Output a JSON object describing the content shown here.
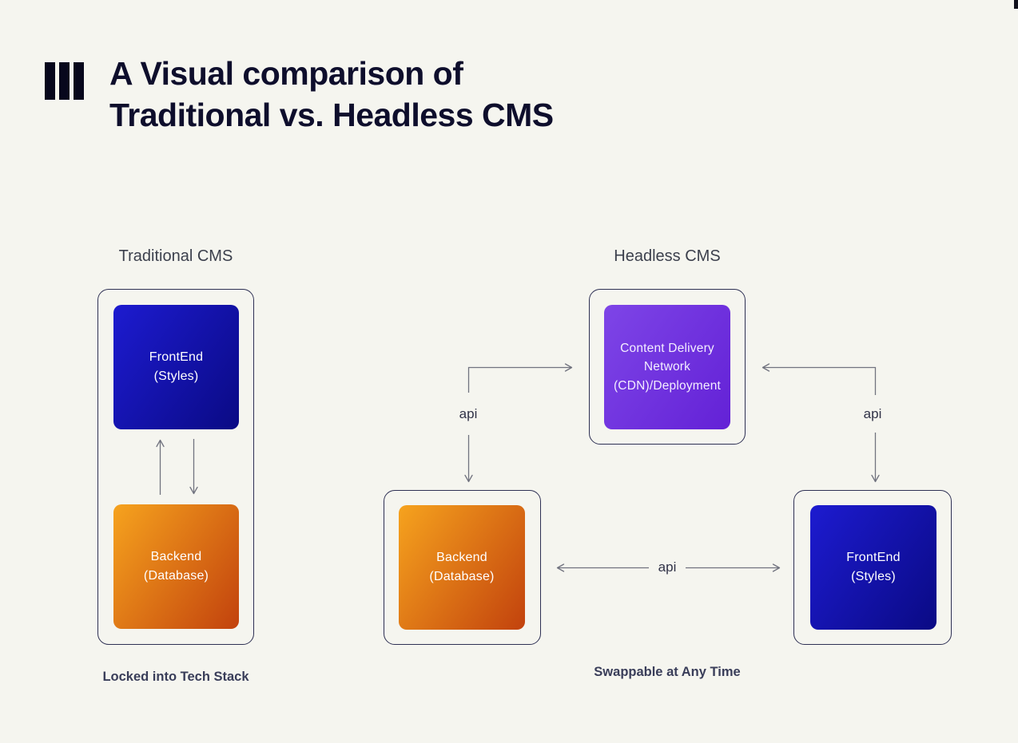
{
  "header": {
    "title_line1": "A Visual comparison of",
    "title_line2": "Traditional vs. Headless CMS"
  },
  "traditional": {
    "section_label": "Traditional CMS",
    "frontend": {
      "line1": "FrontEnd",
      "line2": "(Styles)"
    },
    "backend": {
      "line1": "Backend",
      "line2": "(Database)"
    },
    "caption": "Locked into Tech Stack"
  },
  "headless": {
    "section_label": "Headless CMS",
    "cdn": {
      "line1": "Content Delivery",
      "line2": "Network",
      "line3": "(CDN)/Deployment"
    },
    "backend": {
      "line1": "Backend",
      "line2": "(Database)"
    },
    "frontend": {
      "line1": "FrontEnd",
      "line2": "(Styles)"
    },
    "api_left": "api",
    "api_right": "api",
    "api_middle": "api",
    "caption": "Swappable at Any Time"
  },
  "colors": {
    "background": "#f5f5ef",
    "headline": "#0e0e2c",
    "frontend_gradient_start": "#1d1bd0",
    "frontend_gradient_end": "#0a0a84",
    "backend_gradient_start": "#f6a31e",
    "backend_gradient_end": "#c2420d",
    "cdn_gradient_start": "#7e45e7",
    "cdn_gradient_end": "#6321d6",
    "frame_border": "#2e3054",
    "arrow": "#71737f",
    "caption_text": "#393d59"
  }
}
